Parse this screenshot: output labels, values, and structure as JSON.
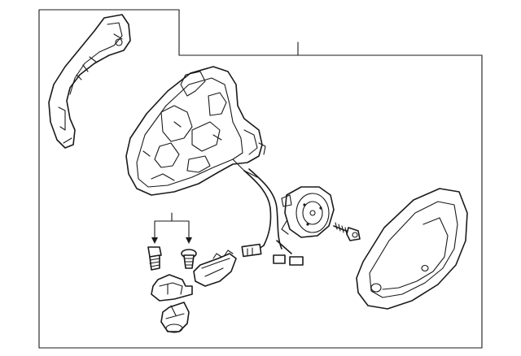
{
  "diagram": {
    "background": "#ffffff",
    "line_color": "#1a1a1a",
    "parts": [
      {
        "name": "mirror-cover-trim"
      },
      {
        "name": "mirror-housing-assembly"
      },
      {
        "name": "wiring-harness"
      },
      {
        "name": "mirror-motor"
      },
      {
        "name": "motor-screw"
      },
      {
        "name": "mirror-glass"
      },
      {
        "name": "mounting-bolt"
      },
      {
        "name": "mounting-screw"
      },
      {
        "name": "mounting-bracket"
      },
      {
        "name": "turn-signal-lamp"
      },
      {
        "name": "puddle-lamp"
      }
    ]
  }
}
